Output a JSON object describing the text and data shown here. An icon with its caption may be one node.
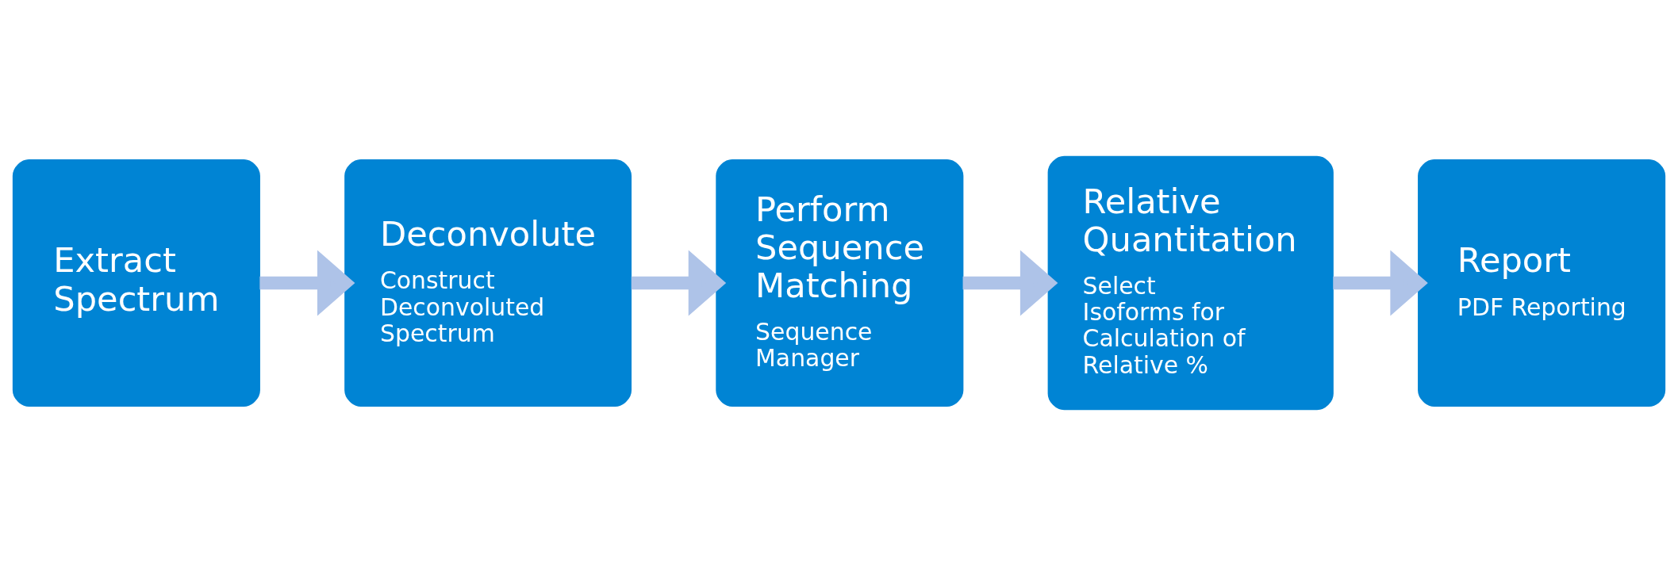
{
  "diagram": {
    "nodes": [
      {
        "text": [
          "Extract Spectrum"
        ]
      },
      {
        "text": [
          "Deconvolute",
          "Construct Deconvoluted Spectrum"
        ]
      },
      {
        "text": [
          "Perform Sequence Matching",
          "Sequence Manager"
        ]
      },
      {
        "text": [
          "Relative Quantitation",
          "Select Isoforms for Calculation of Relative %"
        ]
      },
      {
        "text": [
          "Report",
          "PDF Reporting"
        ]
      }
    ],
    "edges": [
      {
        "from": 0,
        "to": 1,
        "arrow": "to"
      },
      {
        "from": 1,
        "to": 2,
        "arrow": "to"
      },
      {
        "from": 2,
        "to": 3,
        "arrow": "to"
      },
      {
        "from": 3,
        "to": 4,
        "arrow": "to"
      }
    ]
  }
}
